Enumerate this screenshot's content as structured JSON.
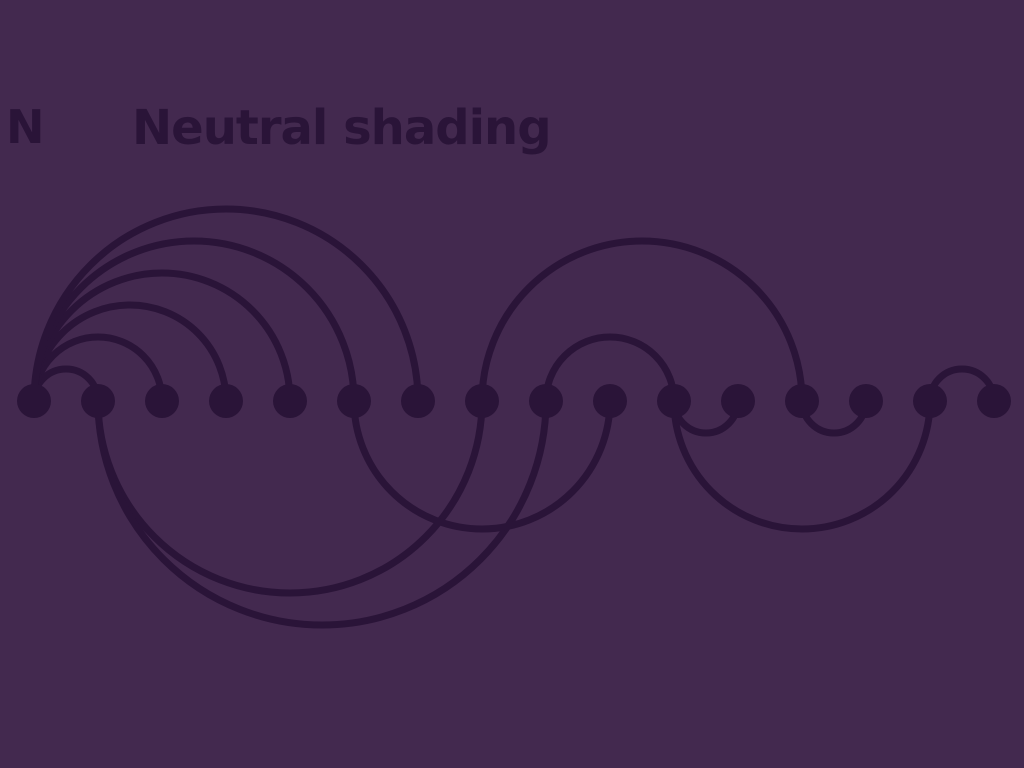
{
  "diagram": {
    "section_letter": "N",
    "title": "Neutral shading",
    "colors": {
      "background": "#43294f",
      "ink": "#2a1438"
    },
    "node_count": 16,
    "arcs_above": [
      [
        0,
        1
      ],
      [
        0,
        2
      ],
      [
        0,
        3
      ],
      [
        0,
        4
      ],
      [
        0,
        5
      ],
      [
        0,
        6
      ],
      [
        7,
        12
      ],
      [
        8,
        10
      ],
      [
        14,
        15
      ]
    ],
    "arcs_below": [
      [
        1,
        7
      ],
      [
        1,
        8
      ],
      [
        5,
        9
      ],
      [
        10,
        11
      ],
      [
        10,
        14
      ],
      [
        12,
        13
      ]
    ]
  }
}
